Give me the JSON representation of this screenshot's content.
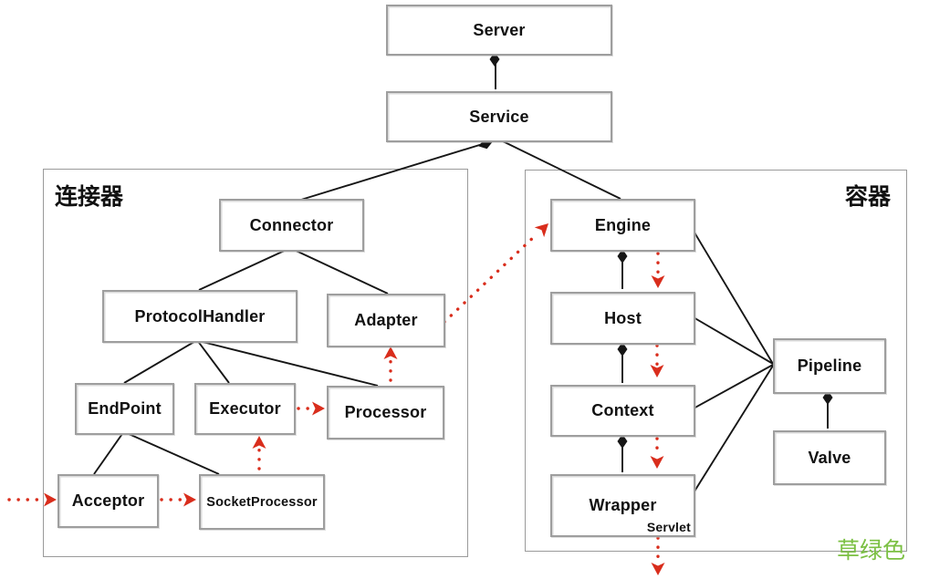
{
  "diagram": {
    "zone_left_title": "连接器",
    "zone_right_title": "容器",
    "note": "草绿色",
    "nodes": {
      "server": "Server",
      "service": "Service",
      "connector": "Connector",
      "protocol_handler": "ProtocolHandler",
      "adapter": "Adapter",
      "endpoint": "EndPoint",
      "executor": "Executor",
      "processor": "Processor",
      "acceptor": "Acceptor",
      "socket_processor": "SocketProcessor",
      "engine": "Engine",
      "host": "Host",
      "context": "Context",
      "wrapper": "Wrapper",
      "servlet": "Servlet",
      "pipeline": "Pipeline",
      "valve": "Valve"
    },
    "colors": {
      "line_black": "#161616",
      "arrow_red": "#d92d1c",
      "note_green": "#7bc043",
      "box_border": "#9e9e9e"
    }
  }
}
